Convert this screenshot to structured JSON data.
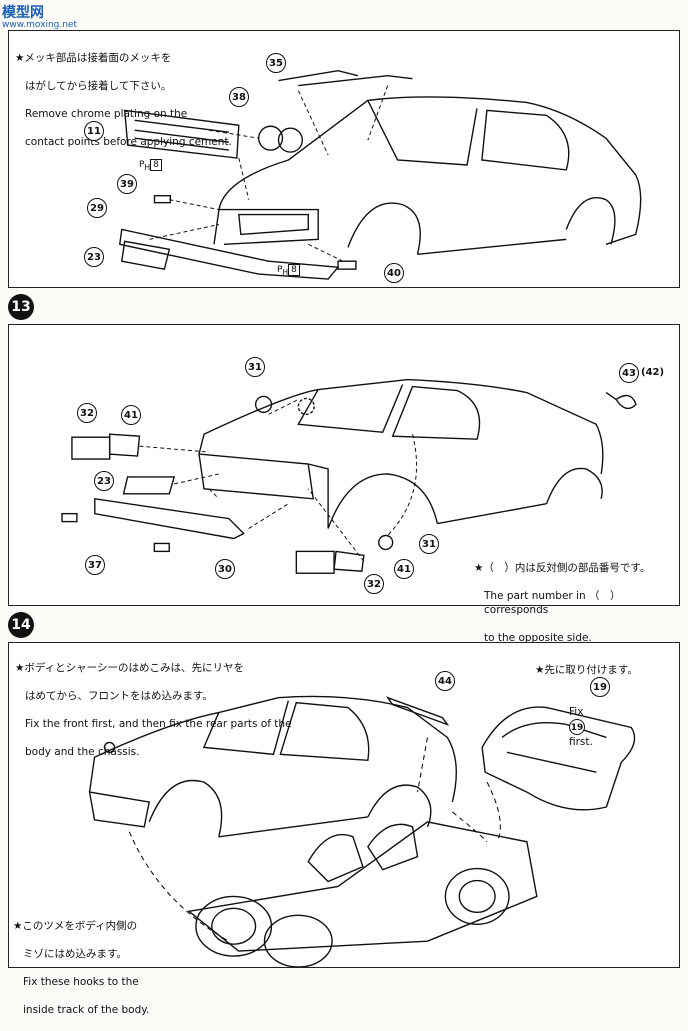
{
  "logo": {
    "main": "模型网",
    "sub": "www.moxing.net"
  },
  "step12": {
    "note_ja_1": "★メッキ部品は接着面のメッキを",
    "note_ja_2": "はがしてから接着して下さい。",
    "note_en_1": "Remove chrome plating on the",
    "note_en_2": "contact points before applying cement.",
    "callouts": [
      "35",
      "38",
      "11",
      "39",
      "29",
      "23",
      "40"
    ],
    "ph_label": "P",
    "ph_sub": "H",
    "ph_num": "8"
  },
  "step13": {
    "number": "13",
    "callouts": [
      "31",
      "43",
      "42",
      "32",
      "41",
      "23",
      "37",
      "30",
      "31",
      "41",
      "32"
    ],
    "note_ja": "★（　）内は反対側の部品番号です。",
    "note_en_1": "The part number in （　） corresponds",
    "note_en_2": "to the opposite side."
  },
  "step14": {
    "number": "14",
    "note_ja_1": "★ボディとシャーシーのはめこみは、先にリヤを",
    "note_ja_2": "はめてから、フロントをはめ込みます。",
    "note_en_1": "Fix the front first, and then fix the rear parts of the",
    "note_en_2": "body and the chassis.",
    "callouts": [
      "44",
      "19"
    ],
    "fix_ja": "★先に取り付けます。",
    "fix_en_pre": "Fix",
    "fix_en_num": "19",
    "fix_en_post": "first.",
    "hook_ja_1": "★このツメをボディ内側の",
    "hook_ja_2": "ミゾにはめ込みます。",
    "hook_en_1": "Fix these hooks to the",
    "hook_en_2": "inside track of the body."
  }
}
